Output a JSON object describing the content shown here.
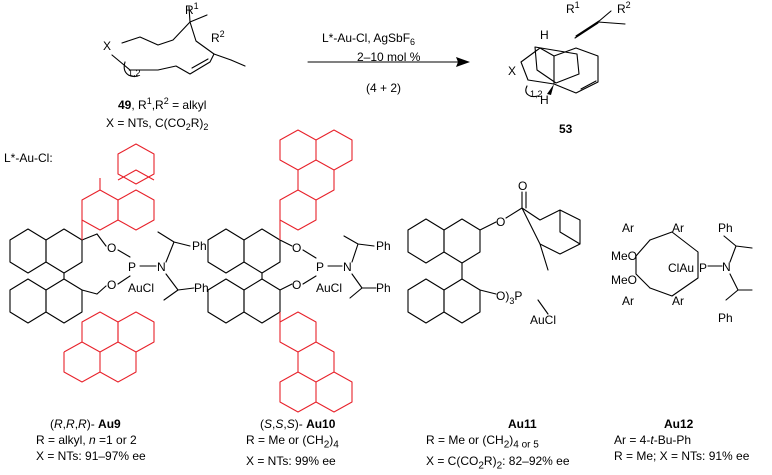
{
  "scheme": {
    "reagents": "L*-Au-Cl, AgSbF",
    "reagents_sub": "6",
    "loading": "2–10 mol %",
    "cycloaddition": "(4 + 2)",
    "substrate": {
      "number": "49",
      "r_label": ", R",
      "r1": "1",
      "r2": "2",
      "r_tail": " = alkyl",
      "x_line": "X = NTs, C(CO",
      "x_sub": "2",
      "x_tail": "R)",
      "x_sub2": "2"
    },
    "product_number": "53",
    "atoms": {
      "R": "R",
      "X": "X",
      "H": "H",
      "n12": "1,2",
      "one": "1",
      "two": "2"
    }
  },
  "ligand_header": "L*-Au-Cl:",
  "catalysts": [
    {
      "name": "Au9",
      "stereo_pre": "(",
      "stereo_r": "R",
      "stereo_sep": ",",
      "stereo_close": ")-",
      "line1_pre": "R = alkyl, ",
      "line1_n": "n",
      "line1_post": " =1 or 2",
      "line2": "X = NTs: 91–97% ee"
    },
    {
      "name": "Au10",
      "stereo_s": "S",
      "line1": "R = Me or (CH",
      "line1_sub": "2",
      "line1_post": ")",
      "line1_sub2": "4",
      "line2": "X = NTs: 99% ee"
    },
    {
      "name": "Au11",
      "line1": "R = Me or (CH",
      "line1_sub": "2",
      "line1_post": ")",
      "line1_sub2": "4 or 5",
      "line2_pre": "X = C(CO",
      "line2_sub": "2",
      "line2_mid": "R)",
      "line2_sub2": "2",
      "line2_post": ": 82–92% ee"
    },
    {
      "name": "Au12",
      "line1_pre": "Ar = 4-",
      "line1_t": "t",
      "line1_post": "-Bu-Ph",
      "line2": "R = Me; X = NTs: 91% ee"
    }
  ],
  "structure_labels": {
    "O": "O",
    "P": "P",
    "N": "N",
    "AuCl": "AuCl",
    "Ph": "Ph",
    "MeO": "MeO",
    "Ar": "Ar",
    "ClAu": "ClAu",
    "three": "3"
  },
  "colors": {
    "highlight": "#e8222b",
    "ink": "#000000"
  }
}
